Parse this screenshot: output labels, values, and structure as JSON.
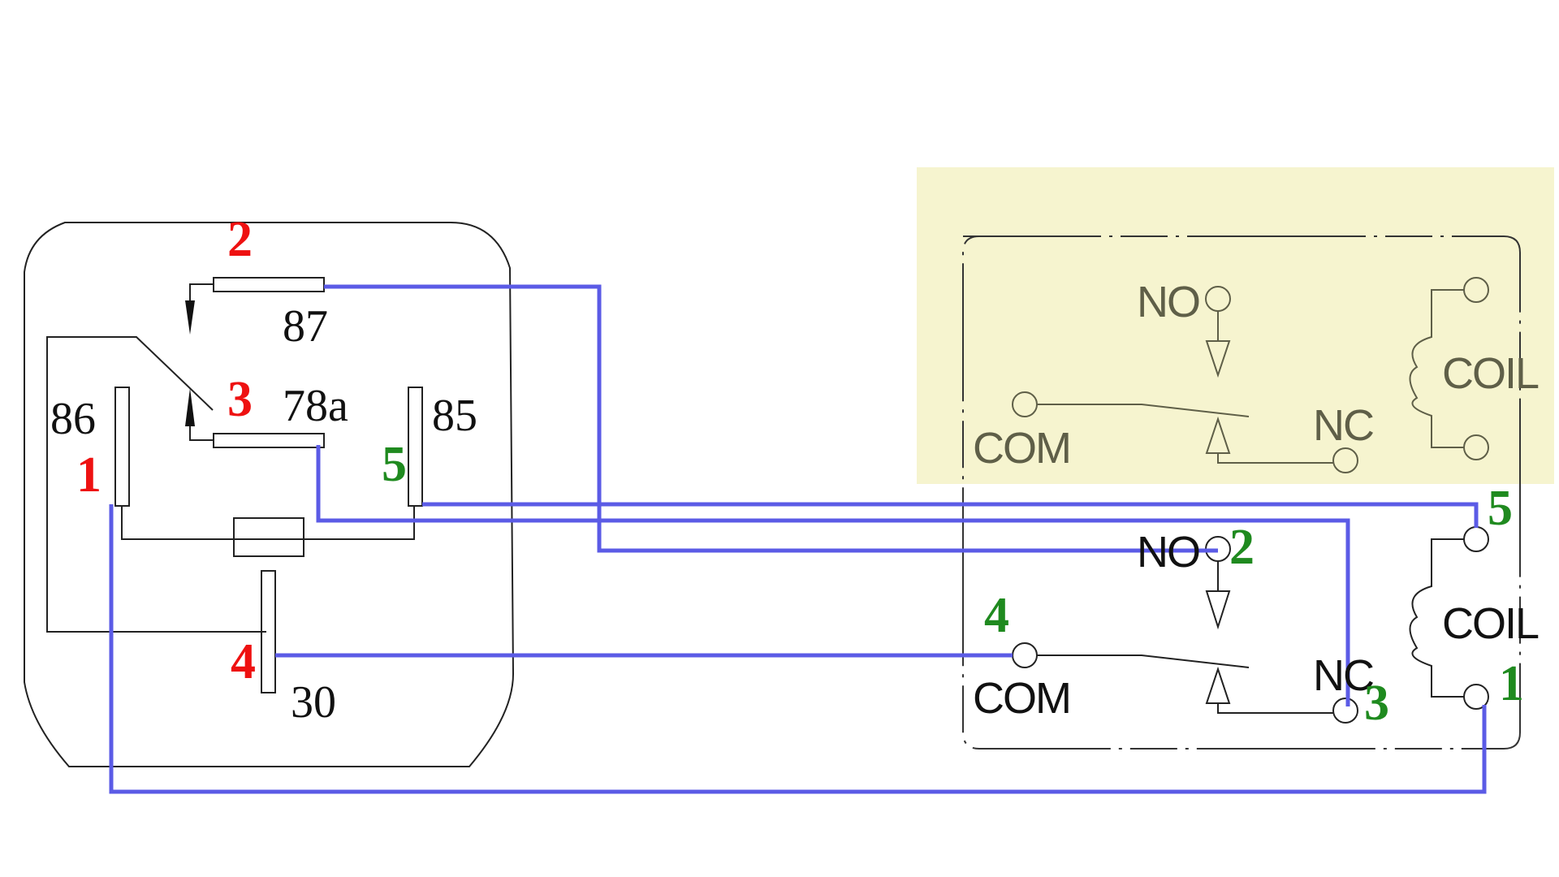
{
  "relay_left": {
    "terminal_87": "87",
    "terminal_78a": "78a",
    "terminal_86": "86",
    "terminal_85": "85",
    "terminal_30": "30",
    "num_87": "2",
    "num_78a": "3",
    "num_86": "1",
    "num_85": "5",
    "num_30": "4"
  },
  "relay_top": {
    "no": "NO",
    "nc": "NC",
    "com": "COM",
    "coil": "COIL"
  },
  "relay_bottom": {
    "no": "NO",
    "nc": "NC",
    "com": "COM",
    "coil": "COIL",
    "num_no": "2",
    "num_nc": "3",
    "num_com": "4",
    "num_coil_top": "5",
    "num_coil_bottom": "1"
  },
  "colors": {
    "wire": "#5b5be6",
    "red_label": "#ee1111",
    "green_label": "#1f8a1f",
    "highlight": "#f6f4cf",
    "line": "#222222",
    "faded_line": "#5f5f48"
  }
}
